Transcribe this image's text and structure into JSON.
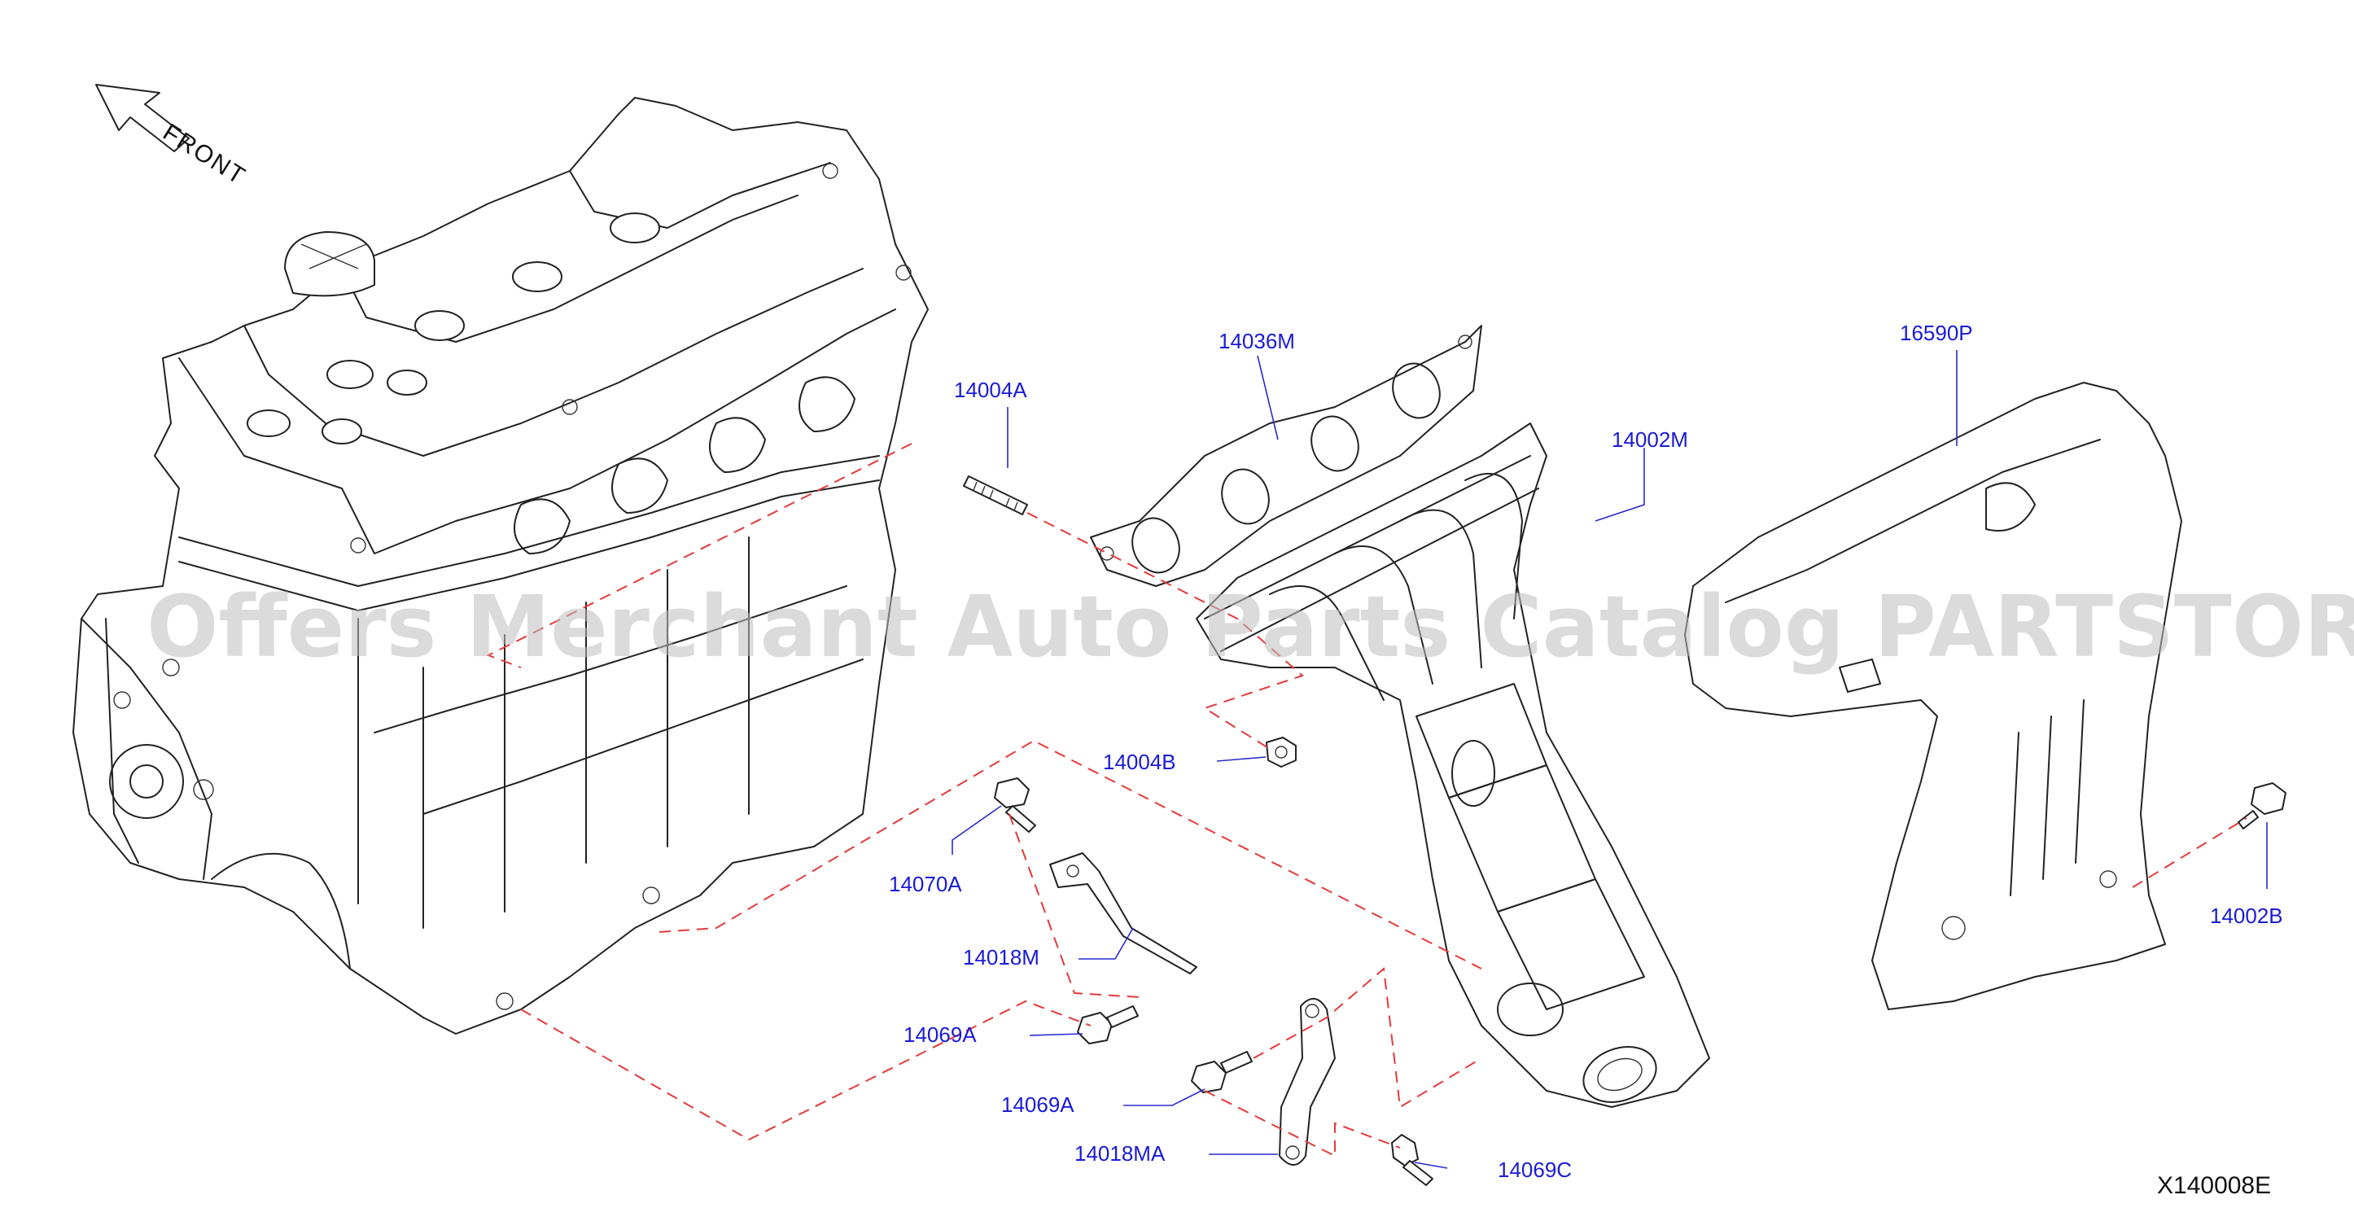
{
  "front_label": "FRONT",
  "diagram_code": "X140008E",
  "watermark": "Offers Merchant Auto Parts Catalog PARTSTORE.SA",
  "parts": {
    "p14036M": "14036M",
    "p14004A": "14004A",
    "p14002M": "14002M",
    "p16590P": "16590P",
    "p14004B": "14004B",
    "p14070A": "14070A",
    "p14018M": "14018M",
    "p14002B": "14002B",
    "p14069A_1": "14069A",
    "p14069A_2": "14069A",
    "p14018MA": "14018MA",
    "p14069C": "14069C"
  },
  "colors": {
    "label": "#1a1ad8",
    "dashed_guide": "#e53a3a",
    "linework": "#222222",
    "watermark": "#bdbdbd"
  },
  "icons": {
    "front_arrow": "arrow-up-left-outline-icon"
  }
}
